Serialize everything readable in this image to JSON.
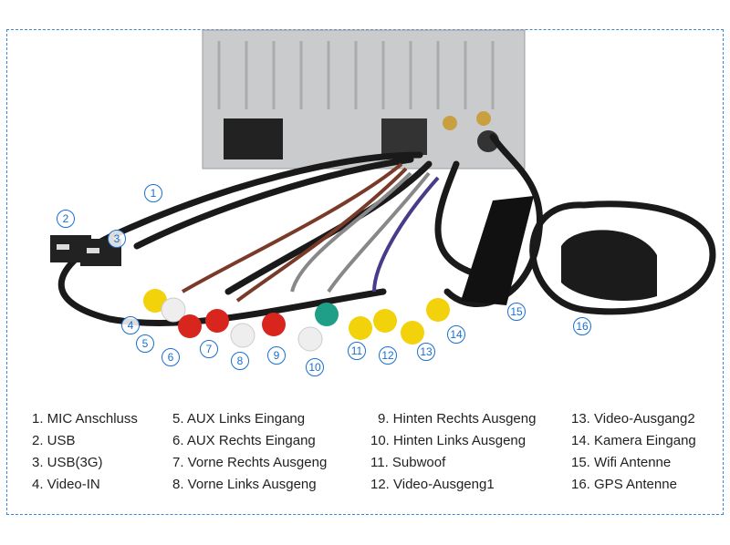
{
  "callouts": [
    "1",
    "2",
    "3",
    "4",
    "5",
    "6",
    "7",
    "8",
    "9",
    "10",
    "11",
    "12",
    "13",
    "14",
    "15",
    "16"
  ],
  "legend": [
    [
      "1. MIC Anschluss",
      "2. USB",
      "3. USB(3G)",
      "4. Video-IN"
    ],
    [
      "5. AUX Links Eingang",
      "6. AUX Rechts Eingang",
      "7. Vorne Rechts Ausgeng",
      "8. Vorne Links Ausgeng"
    ],
    [
      "9. Hinten Rechts Ausgeng",
      "10. Hinten Links Ausgeng",
      "11. Subwoof",
      "12. Video-Ausgeng1"
    ],
    [
      "13. Video-Ausgang2",
      "14. Kamera Eingang",
      "15. Wifi Antenne",
      "16. GPS Antenne"
    ]
  ],
  "colors": {
    "accent": "#1a6fd0",
    "border": "#3a86d8",
    "rca_yellow": "#f2d20a",
    "rca_white": "#f2f2f2",
    "rca_red": "#d8251d",
    "rca_green": "#1f9f88"
  }
}
